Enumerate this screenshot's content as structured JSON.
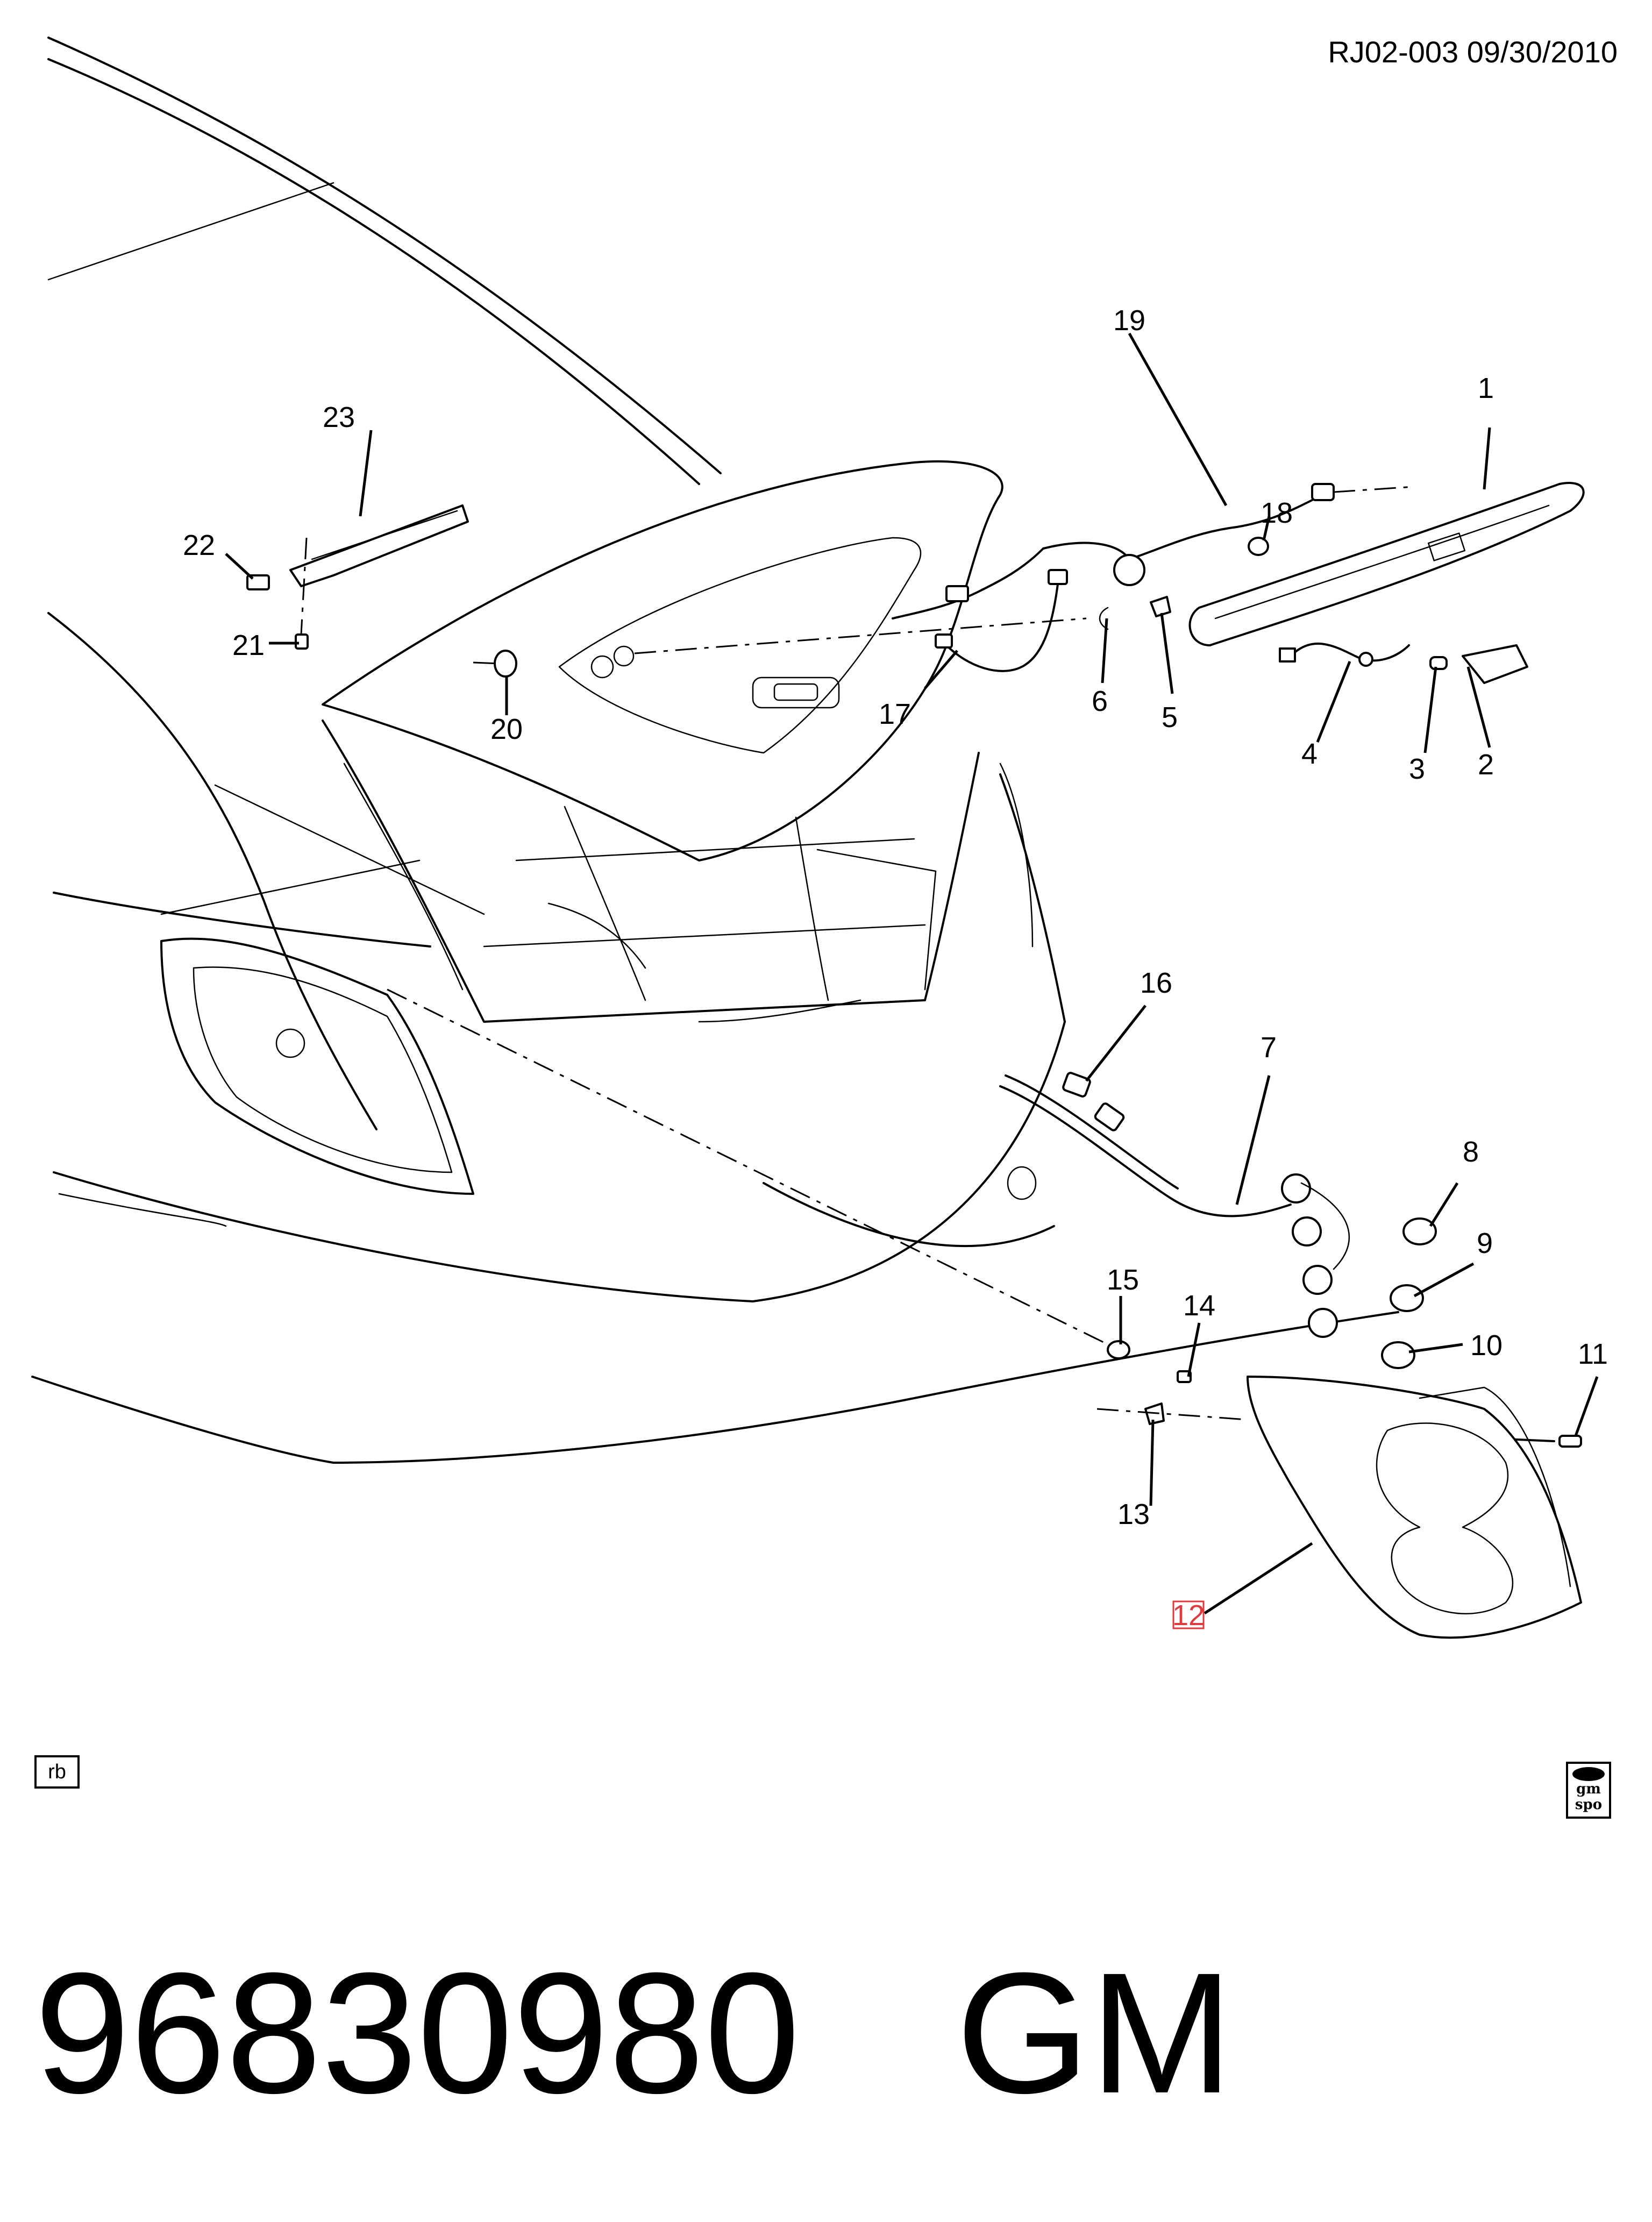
{
  "header": {
    "ref": "RJ02-003  09/30/2010"
  },
  "callouts": {
    "c1": "1",
    "c2": "2",
    "c3": "3",
    "c4": "4",
    "c5": "5",
    "c6": "6",
    "c7": "7",
    "c8": "8",
    "c9": "9",
    "c10": "10",
    "c11": "11",
    "c12": "12",
    "c13": "13",
    "c14": "14",
    "c15": "15",
    "c16": "16",
    "c17": "17",
    "c18": "18",
    "c19": "19",
    "c20": "20",
    "c21": "21",
    "c22": "22",
    "c23": "23"
  },
  "highlight": {
    "callout": "12",
    "color": "#e0393e"
  },
  "corner_label": "rb",
  "logo": {
    "name": "gm-spo-logo",
    "line1": "gm",
    "line2": "spo"
  },
  "footer": {
    "part_number": "96830980",
    "brand": "GM"
  }
}
